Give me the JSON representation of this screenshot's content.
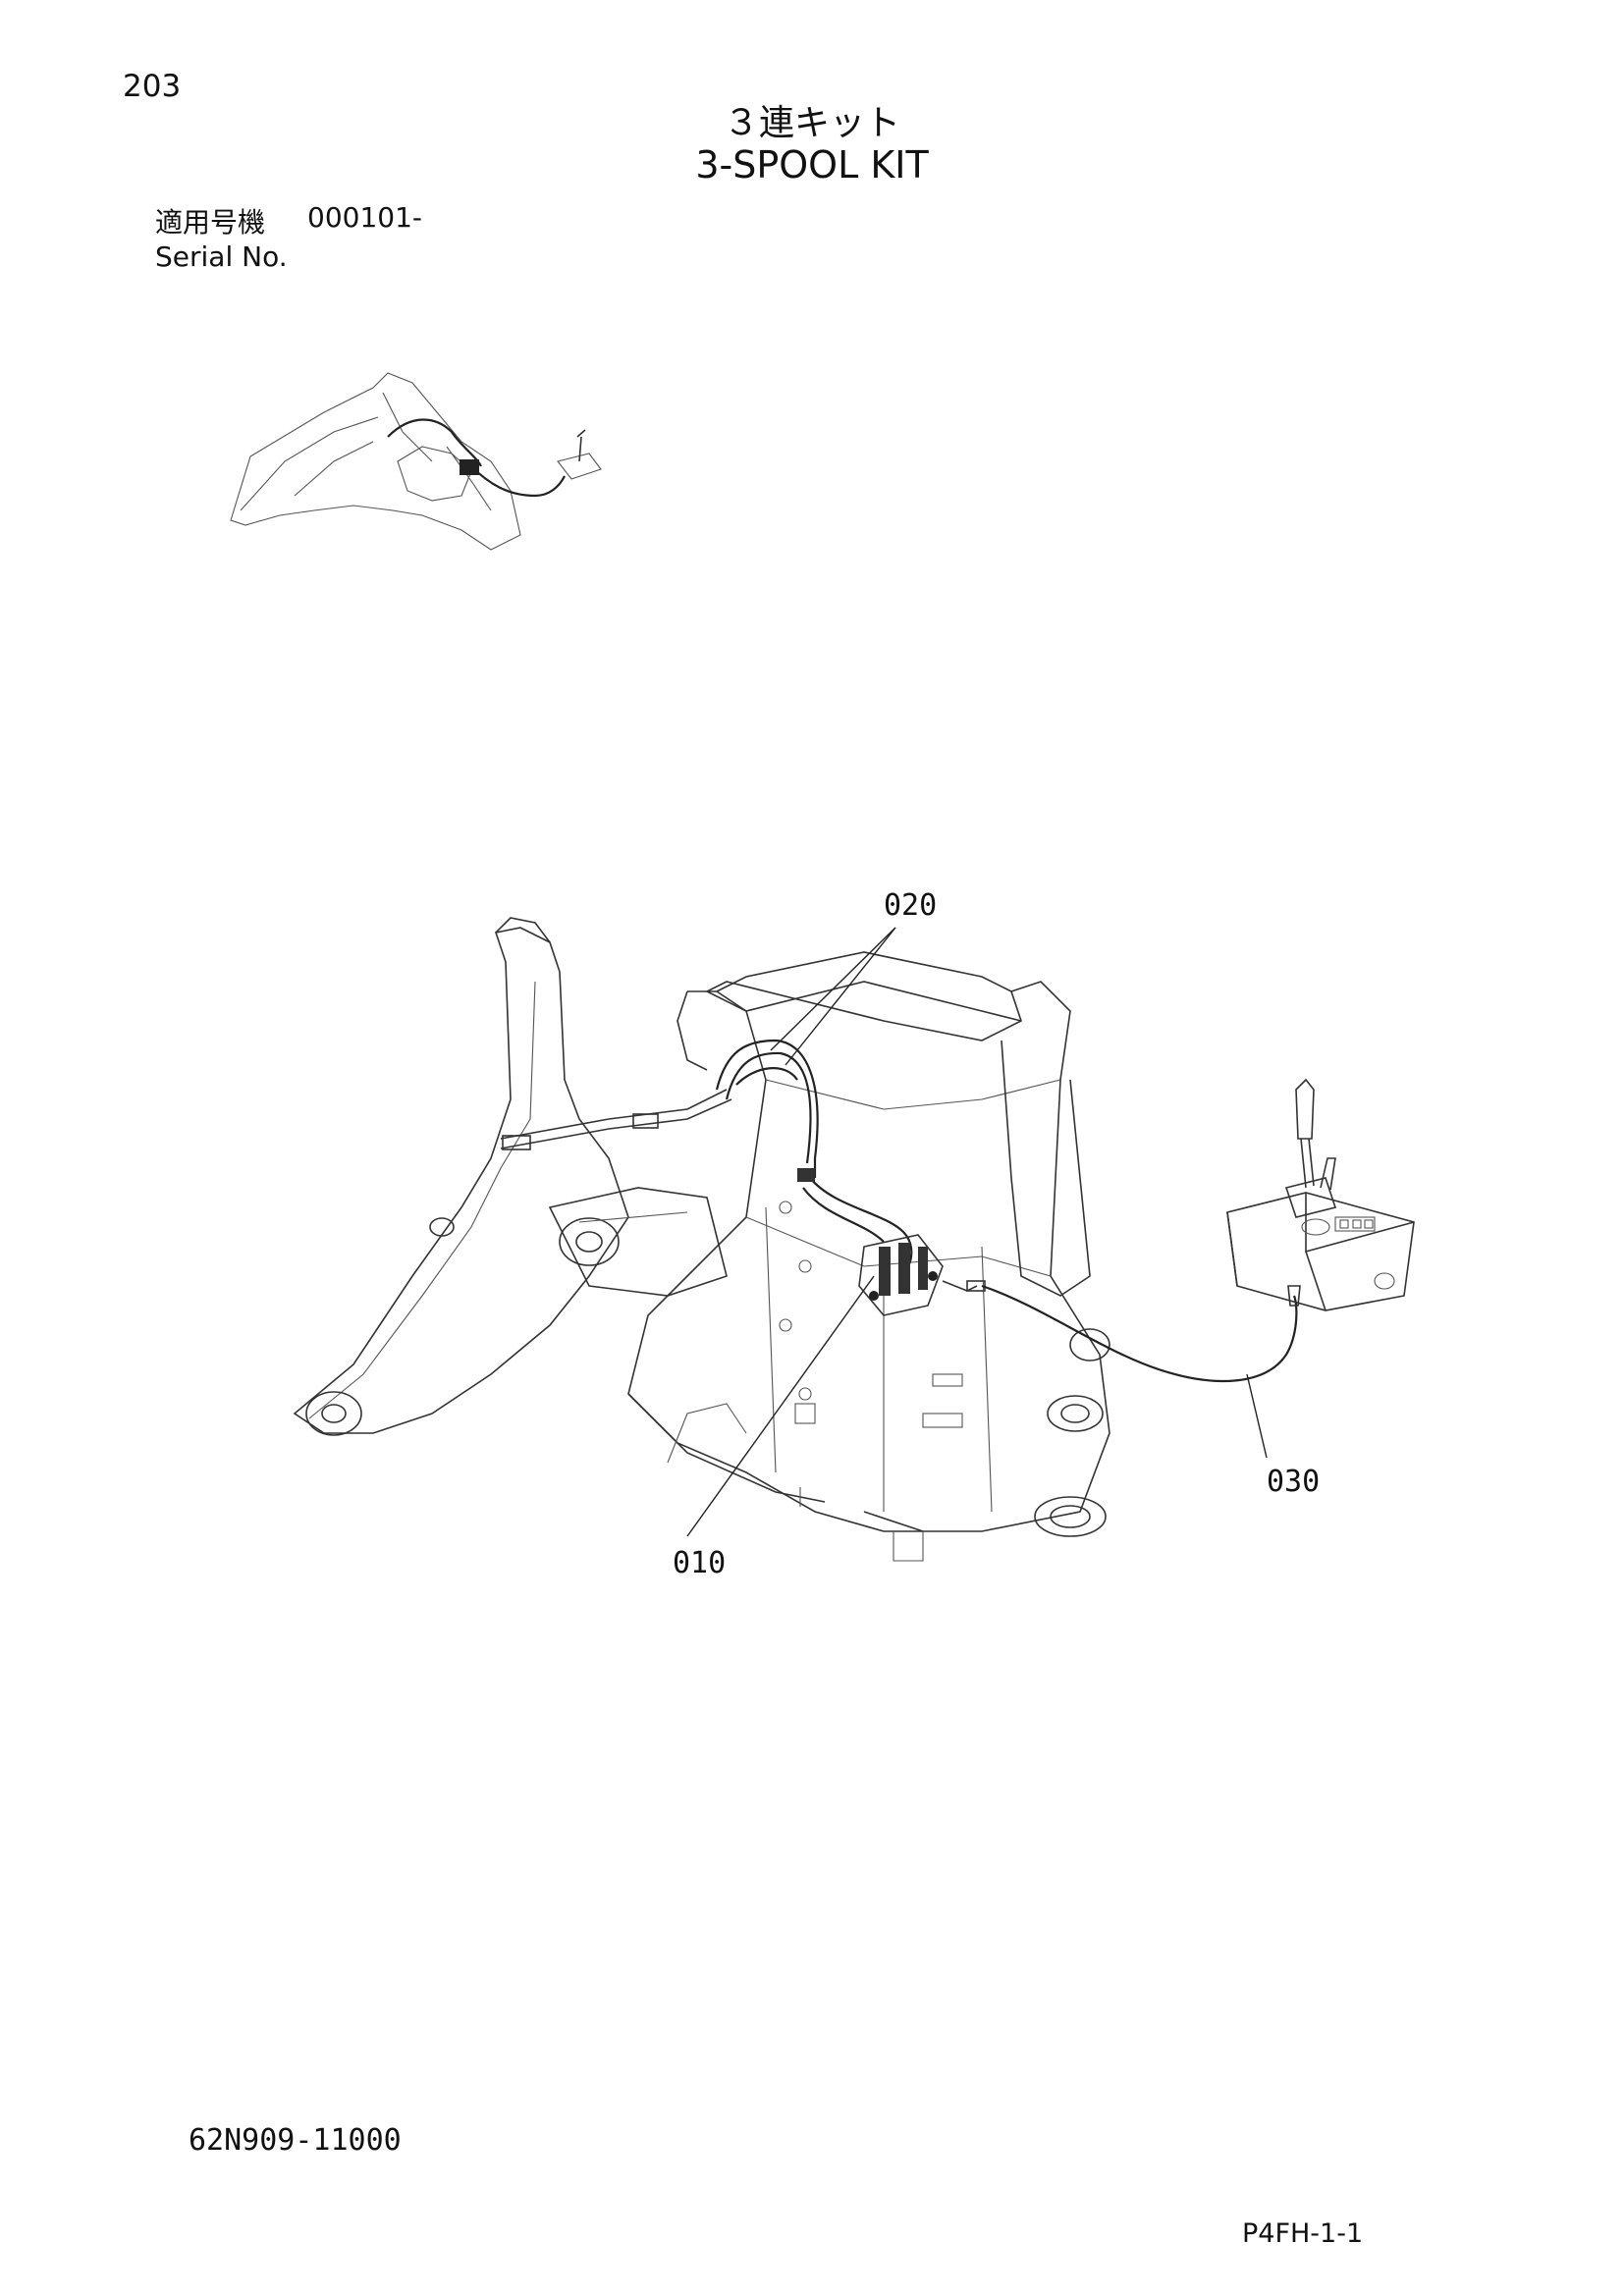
{
  "header": {
    "page_number": "203",
    "title_jp": "３連キット",
    "title_en": "3-SPOOL KIT",
    "serial_label_jp": "適用号機",
    "serial_value": "000101-",
    "serial_label_en": "Serial No."
  },
  "callouts": {
    "c020": "020",
    "c010": "010",
    "c030": "030"
  },
  "footer": {
    "part_number": "62N909-11000",
    "page_code": "P4FH-1-1"
  }
}
